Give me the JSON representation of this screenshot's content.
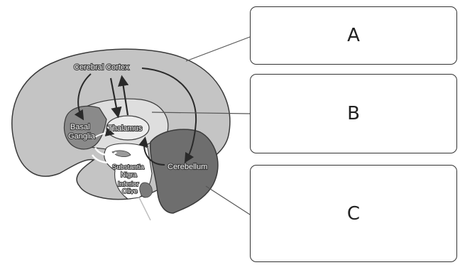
{
  "structures": {
    "cortex": "Cerebral Cortex",
    "basal_ganglia": [
      "Basal",
      "Ganglia"
    ],
    "thalamus": "Thalamus",
    "cerebellum": "Cerebellum",
    "substantia_nigra": [
      "Substantia",
      "Nigra"
    ],
    "inferior_olive": [
      "Inferior",
      "Olive"
    ]
  },
  "answer_boxes": [
    {
      "label": "A"
    },
    {
      "label": "B"
    },
    {
      "label": "C"
    }
  ],
  "colors": {
    "cortex": "#c4c4c4",
    "cerebellum": "#6e6e6e",
    "basal_ganglia": "#8a8a8a",
    "outline": "#3a3a3a"
  }
}
